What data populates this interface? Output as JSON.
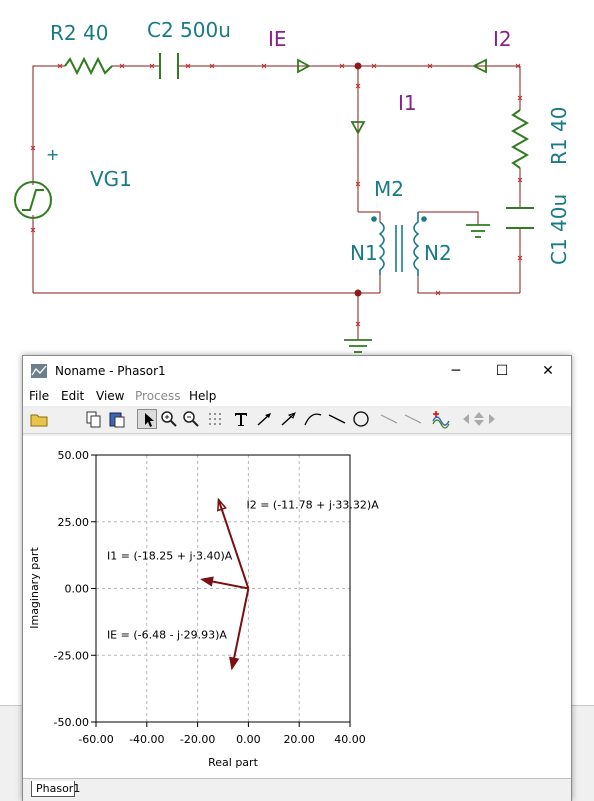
{
  "schematic": {
    "labels": {
      "r2": "R2 40",
      "c2": "C2 500u",
      "ie": "IE",
      "i2": "I2",
      "i1": "I1",
      "r1": "R1 40",
      "c1": "C1 40u",
      "vg1": "VG1",
      "m2": "M2",
      "n1": "N1",
      "n2": "N2",
      "plus": "+"
    },
    "colors": {
      "wire": "#8b1a1a",
      "component": "#2f7d1f",
      "label_teal": "#197b84",
      "label_purple": "#8b1f8b"
    }
  },
  "window": {
    "title": "Noname - Phasor1",
    "controls": {
      "minimize": "─",
      "maximize": "☐",
      "close": "✕"
    }
  },
  "menu": {
    "file": "File",
    "edit": "Edit",
    "view": "View",
    "process": "Process",
    "help": "Help"
  },
  "toolbar": {
    "icons": [
      "open-folder-icon",
      "copy-icon",
      "paste-icon",
      "select-pointer-icon",
      "zoom-in-icon",
      "zoom-100-icon",
      "grid-icon",
      "text-icon",
      "arrow-tool-icon",
      "arrow-tool-2-icon",
      "curve-tool-icon",
      "line-tool-icon",
      "circle-tool-icon",
      "diagonal-tool-icon",
      "diagonal-tool-2-icon",
      "waveform-icon",
      "move-arrows-icon"
    ]
  },
  "chart_data": {
    "type": "scatter",
    "xlabel": "Real part",
    "ylabel": "Imaginary part",
    "xlim": [
      -60,
      40
    ],
    "ylim": [
      -50,
      50
    ],
    "xticks": [
      "-60.00",
      "-40.00",
      "-20.00",
      "0.00",
      "20.00",
      "40.00"
    ],
    "yticks": [
      "50.00",
      "25.00",
      "0.00",
      "-25.00",
      "-50.00"
    ],
    "grid": true,
    "vector_color": "#7a1010",
    "vectors": [
      {
        "name": "I2",
        "label": "I2 = (-11.78 + j·33.32)A",
        "re": -11.78,
        "im": 33.32
      },
      {
        "name": "I1",
        "label": "I1 = (-18.25 + j·3.40)A",
        "re": -18.25,
        "im": 3.4
      },
      {
        "name": "IE",
        "label": "IE = (-6.48 - j·29.93)A",
        "re": -6.48,
        "im": -29.93
      }
    ]
  },
  "tabs": {
    "phasor1": "Phasor1"
  }
}
